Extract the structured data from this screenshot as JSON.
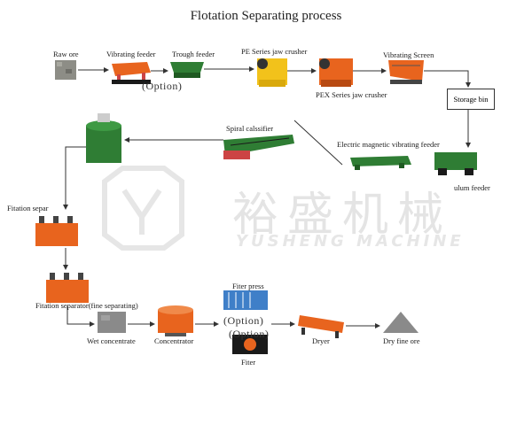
{
  "title": "Flotation Separating process",
  "watermark": {
    "chinese": "裕盛机械",
    "english": "YUSHENG MACHINE"
  },
  "nodes": {
    "raw_ore": "Raw ore",
    "vibrating_feeder": "Vibrating feeder",
    "trough_feeder": "Trough feeder",
    "pe_jaw_crusher": "PE Series jaw crusher",
    "pex_jaw_crusher": "PEX Series jaw crusher",
    "vibrating_screen": "Vibrating Screen",
    "storage_bin": "Storage bin",
    "spiral_classifier": "Spiral calssifier",
    "electric_vibrating_feeder": "Electric magnetic vibrating feeder",
    "pendulum_feeder": "ulum feeder",
    "flotation_separator_1": "Fitation separ",
    "flotation_separator_2": "Fitation separator(fine separating)",
    "wet_concentrate": "Wet concentrate",
    "concentrator": "Concentrator",
    "filter_press": "Fiter press",
    "filter": "Fiter",
    "dryer": "Dryer",
    "dry_fine_ore": "Dry fine ore"
  },
  "options": {
    "opt1": "(Option)",
    "opt2": "(Option)",
    "opt3": "(Option)"
  },
  "colors": {
    "orange": "#e8641e",
    "green": "#2f7d34",
    "yellow": "#f2c21b",
    "blue": "#3f7fc8",
    "gray": "#8a8a8a",
    "line": "#333333"
  }
}
